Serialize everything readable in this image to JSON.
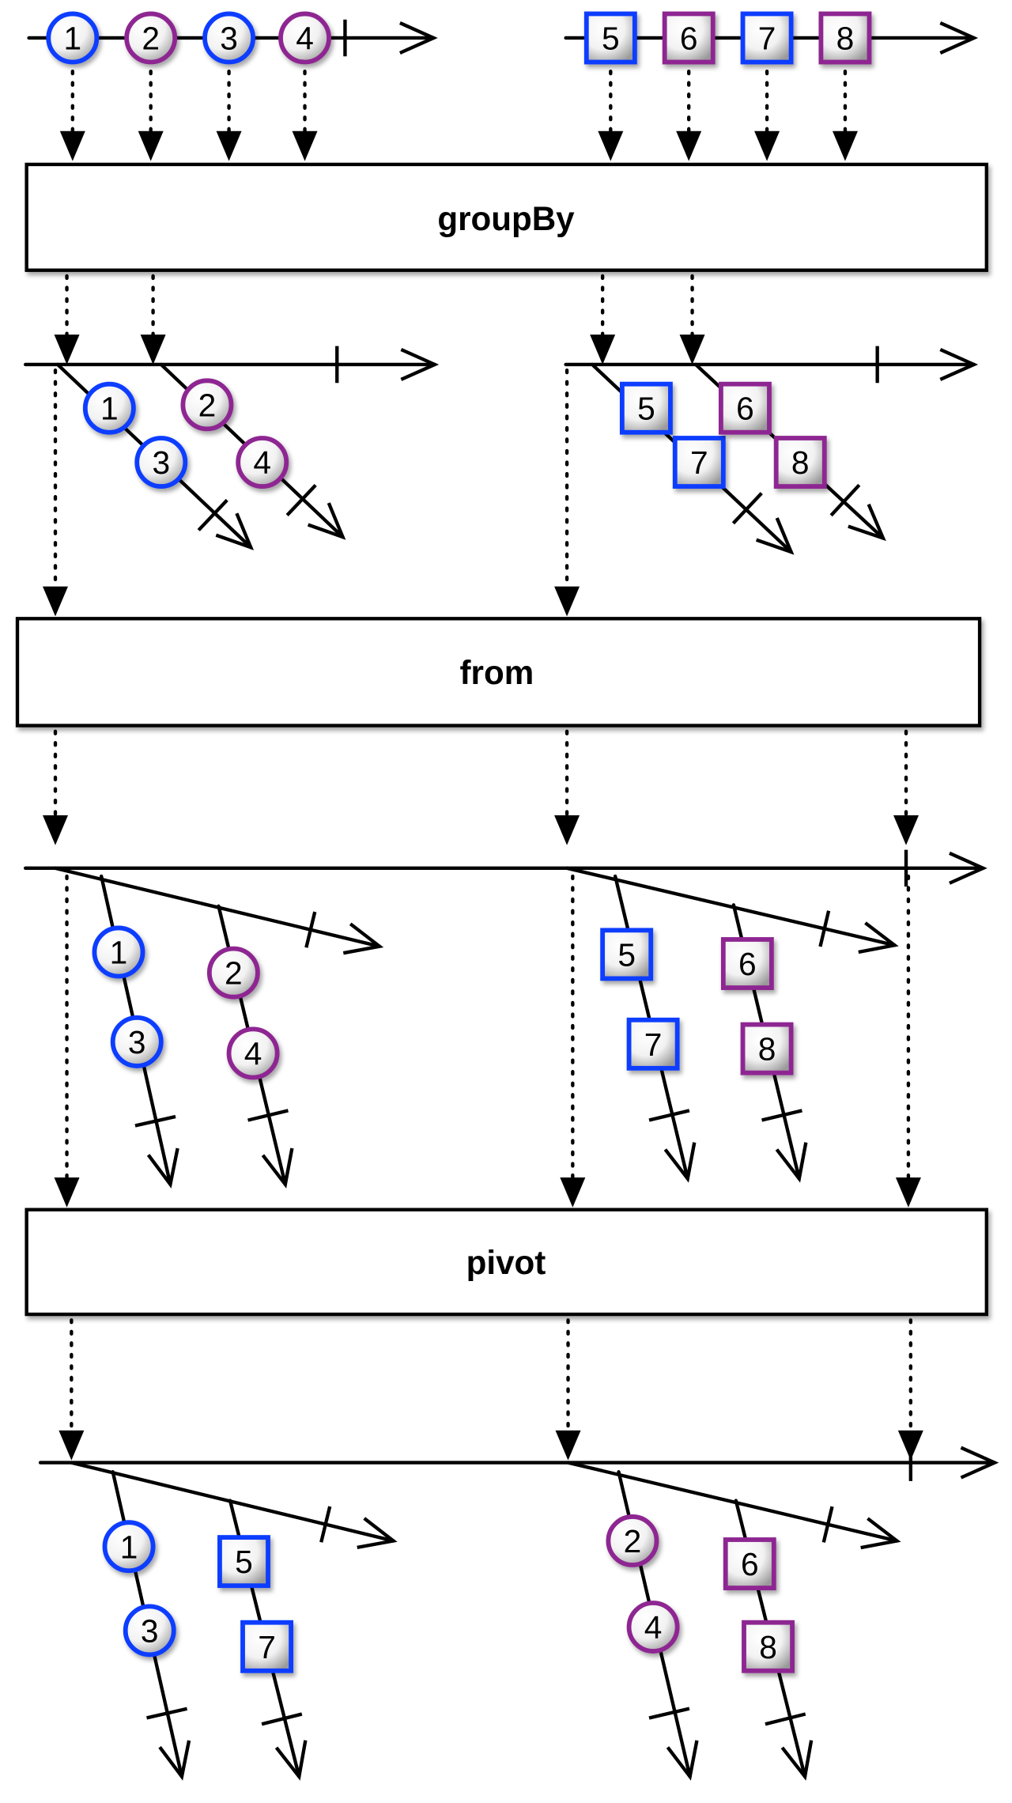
{
  "colors": {
    "blue": "#0a3cff",
    "purple": "#8e2592",
    "line": "#000000"
  },
  "operators": [
    {
      "label": "groupBy"
    },
    {
      "label": "from"
    },
    {
      "label": "pivot"
    }
  ],
  "input": {
    "circles": [
      {
        "label": "1",
        "color": "blue"
      },
      {
        "label": "2",
        "color": "purple"
      },
      {
        "label": "3",
        "color": "blue"
      },
      {
        "label": "4",
        "color": "purple"
      }
    ],
    "squares": [
      {
        "label": "5",
        "color": "blue"
      },
      {
        "label": "6",
        "color": "purple"
      },
      {
        "label": "7",
        "color": "blue"
      },
      {
        "label": "8",
        "color": "purple"
      }
    ]
  },
  "groupBy_output": {
    "circles": [
      {
        "label": "1",
        "color": "blue"
      },
      {
        "label": "3",
        "color": "blue"
      },
      {
        "label": "2",
        "color": "purple"
      },
      {
        "label": "4",
        "color": "purple"
      }
    ],
    "squares": [
      {
        "label": "5",
        "color": "blue"
      },
      {
        "label": "7",
        "color": "blue"
      },
      {
        "label": "6",
        "color": "purple"
      },
      {
        "label": "8",
        "color": "purple"
      }
    ]
  },
  "from_output": {
    "marbles": [
      {
        "label": "1",
        "shape": "circle",
        "color": "blue"
      },
      {
        "label": "3",
        "shape": "circle",
        "color": "blue"
      },
      {
        "label": "2",
        "shape": "circle",
        "color": "purple"
      },
      {
        "label": "4",
        "shape": "circle",
        "color": "purple"
      },
      {
        "label": "5",
        "shape": "square",
        "color": "blue"
      },
      {
        "label": "7",
        "shape": "square",
        "color": "blue"
      },
      {
        "label": "6",
        "shape": "square",
        "color": "purple"
      },
      {
        "label": "8",
        "shape": "square",
        "color": "purple"
      }
    ]
  },
  "pivot_output": {
    "marbles": [
      {
        "label": "1",
        "shape": "circle",
        "color": "blue"
      },
      {
        "label": "3",
        "shape": "circle",
        "color": "blue"
      },
      {
        "label": "5",
        "shape": "square",
        "color": "blue"
      },
      {
        "label": "7",
        "shape": "square",
        "color": "blue"
      },
      {
        "label": "2",
        "shape": "circle",
        "color": "purple"
      },
      {
        "label": "4",
        "shape": "circle",
        "color": "purple"
      },
      {
        "label": "6",
        "shape": "square",
        "color": "purple"
      },
      {
        "label": "8",
        "shape": "square",
        "color": "purple"
      }
    ]
  }
}
